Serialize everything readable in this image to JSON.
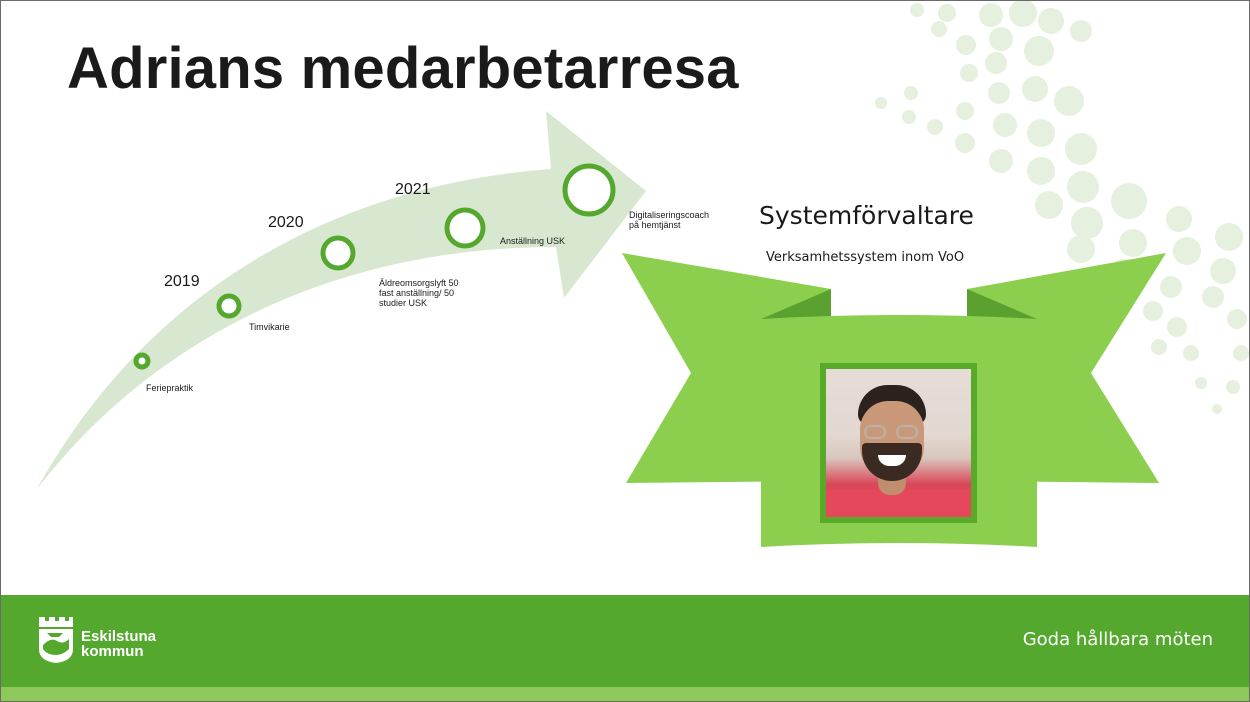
{
  "slide": {
    "title": "Adrians medarbetarresa"
  },
  "timeline": {
    "years": [
      "2019",
      "2020",
      "2021"
    ],
    "stages": [
      {
        "lines": [
          "Feriepraktik"
        ]
      },
      {
        "lines": [
          "Timvikarie"
        ]
      },
      {
        "lines": [
          "Äldreomsorgslyft 50",
          "fast anställning/ 50",
          "studier USK"
        ]
      },
      {
        "lines": [
          "Anställning USK"
        ]
      },
      {
        "lines": [
          "Digitaliseringscoach",
          "på hemtjänst"
        ]
      }
    ]
  },
  "role": {
    "title": "Systemförvaltare",
    "subtitle": "Verksamhetssystem inom VoO"
  },
  "footer": {
    "logo_line1": "Eskilstuna",
    "logo_line2": "kommun",
    "tagline": "Goda hållbara möten"
  },
  "colors": {
    "green_dark": "#55a82e",
    "green_ribbon": "#8ccf4e",
    "green_arrow": "#d8e8d0",
    "dots": "#e6f0de"
  },
  "icons": {
    "logo": "eskilstuna-crest-icon",
    "milestone": "milestone-circle-icon"
  }
}
